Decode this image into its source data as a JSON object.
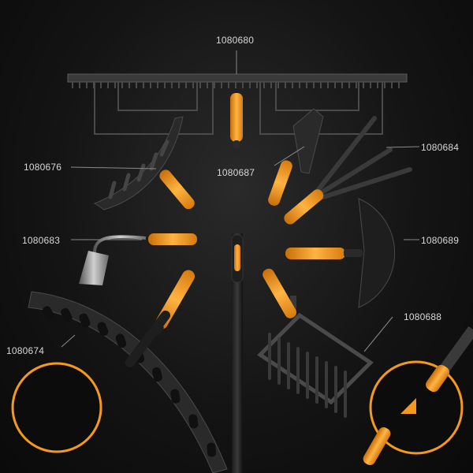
{
  "products": [
    {
      "code": "1080680"
    },
    {
      "code": "1080676"
    },
    {
      "code": "1080687"
    },
    {
      "code": "1080684"
    },
    {
      "code": "1080683"
    },
    {
      "code": "1080689"
    },
    {
      "code": "1080674"
    },
    {
      "code": "1080688"
    }
  ],
  "colors": {
    "accent": "#f39a1e",
    "tool": "#333333",
    "tool_edge": "#555555",
    "leader": "#8a8a8a",
    "label": "#d8d8d8"
  }
}
